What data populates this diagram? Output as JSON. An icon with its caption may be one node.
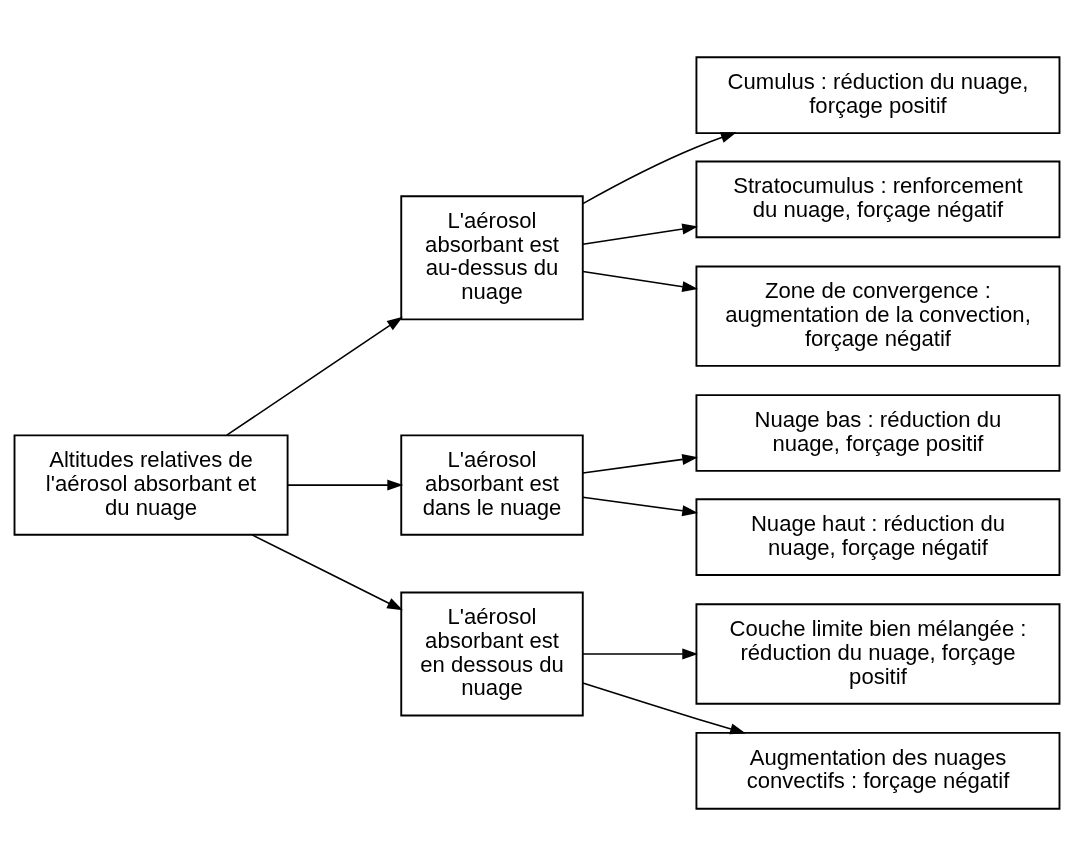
{
  "diagram": {
    "nodes": [
      {
        "text": [
          "Altitudes relatives de l'aérosol absorbant et du nuage"
        ]
      },
      {
        "text": [
          "L'aérosol absorbant est au-dessus du nuage"
        ]
      },
      {
        "text": [
          "Cumulus : réduction du nuage, forçage positif"
        ]
      },
      {
        "text": [
          "Stratocumulus : renforcement du nuage, forçage négatif"
        ]
      },
      {
        "text": [
          "Zone de convergence : augmentation de la convection, forçage négatif"
        ]
      },
      {
        "text": [
          "L'aérosol absorbant est dans le nuage"
        ]
      },
      {
        "text": [
          "Nuage bas : réduction du nuage, forçage positif"
        ]
      },
      {
        "text": [
          "Nuage haut : réduction du nuage, forçage négatif"
        ]
      },
      {
        "text": [
          "L'aérosol absorbant est en dessous du nuage"
        ]
      },
      {
        "text": [
          "Couche limite bien mélangée : réduction du nuage, forçage positif"
        ]
      },
      {
        "text": [
          "Augmentation des nuages convectifs : forçage négatif"
        ]
      }
    ],
    "edges": [
      {
        "from": 0,
        "to": 1,
        "arrow": "to"
      },
      {
        "from": 0,
        "to": 5,
        "arrow": "to"
      },
      {
        "from": 0,
        "to": 8,
        "arrow": "to"
      },
      {
        "from": 1,
        "to": 2,
        "arrow": "to"
      },
      {
        "from": 1,
        "to": 3,
        "arrow": "to"
      },
      {
        "from": 1,
        "to": 4,
        "arrow": "to"
      },
      {
        "from": 5,
        "to": 6,
        "arrow": "to"
      },
      {
        "from": 5,
        "to": 7,
        "arrow": "to"
      },
      {
        "from": 8,
        "to": 9,
        "arrow": "to"
      },
      {
        "from": 8,
        "to": 10,
        "arrow": "to"
      }
    ]
  }
}
